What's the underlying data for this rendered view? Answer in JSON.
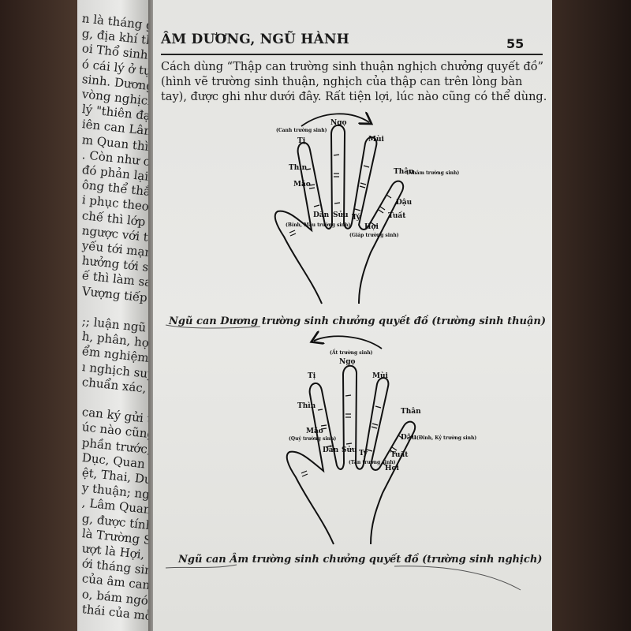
{
  "left_page": {
    "lines": [
      "n là tháng giê",
      "g, địa khí th",
      "oi Thổ sinh ở D",
      "ó cái lý ở tự nhiê",
      "sinh. Dương thu",
      "vòng nghịch, đó",
      "lý \"thiên đạo qua",
      "iên can Lâm Qua",
      "m Quan thì dường",
      ". Còn như cách nó",
      "đó phản lại với tự",
      "ông thể thắng nổ",
      "i phục theo, hướn",
      "chế thì lớp vỏ phả",
      "ngược với tự nhiên",
      "yếu tới mạnh, nế",
      "hưởng tới sự phát",
      "ế thì làm sao m",
      "Vượng tiếp sau đ",
      "",
      ";; luận ngũ hành",
      "h, phân, hợp đế",
      "ểm nghiệm thự",
      "ı nghịch suy, hay",
      "chuẩn xác, mọi",
      "",
      "can ký gửi trong",
      "úc nào cũng đề",
      "phần trước, ngư",
      "Dục, Quan Đế",
      "ệt, Thai, Dưỡn",
      "y thuận; ngũ âm",
      ", Lâm Quan, Đế",
      "g, được tính c",
      "là Trường Sinh",
      "ượt là Hợi, Dần",
      "ới tháng sinh, l",
      "của âm can Ất",
      "o, bám ngón tay",
      "thái của mỗ"
    ]
  },
  "header": {
    "title": "ÂM DƯƠNG, NGŨ HÀNH",
    "page_number": "55"
  },
  "intro": [
    "Cách dùng “Thập can trường sinh thuận nghịch chưởng quyết đồ”",
    "(hình vẽ trường sinh thuận, nghịch của thập can trên lòng bàn",
    "tay), được ghi như dưới đây. Rất tiện lợi, lúc nào cũng có thể dùng."
  ],
  "figure1": {
    "caption": "Ngũ can Dương trường sinh chưởng quyết đồ (trường sinh thuận)",
    "arrow_direction": "clockwise",
    "labels": {
      "canh": "(Canh trường sinh)",
      "ti": "Tị",
      "ngo": "Ngọ",
      "mui": "Mùi",
      "than": "Thân",
      "nham": "(Nhâm trường sinh)",
      "thin": "Thìn",
      "mao": "Mão",
      "dau": "Dậu",
      "dan": "Dần",
      "suu": "Sửu",
      "ty": "Tý",
      "tuat": "Tuất",
      "hoi": "Hợi",
      "binh_mau": "(Bính, Mậu trường sinh)",
      "giap": "(Giáp trường sinh)"
    }
  },
  "figure2": {
    "caption": "Ngũ can Âm trường sinh chưởng quyết đồ (trường sinh nghịch)",
    "arrow_direction": "counter-clockwise",
    "labels": {
      "at": "(Ất trường sinh)",
      "ngo": "Ngọ",
      "ti": "Tị",
      "mui": "Mùi",
      "thin": "Thìn",
      "than": "Thân",
      "mao": "Mão",
      "quy": "(Quý trường sinh)",
      "dau": "Dậu",
      "dinh_ky": "(Đinh, Kỷ trường sinh)",
      "dan": "Dần",
      "suu": "Sửu",
      "ty": "Tý",
      "tan": "(Tân trường sinh)",
      "tuat": "Tuất",
      "hoi": "Hợi"
    }
  }
}
